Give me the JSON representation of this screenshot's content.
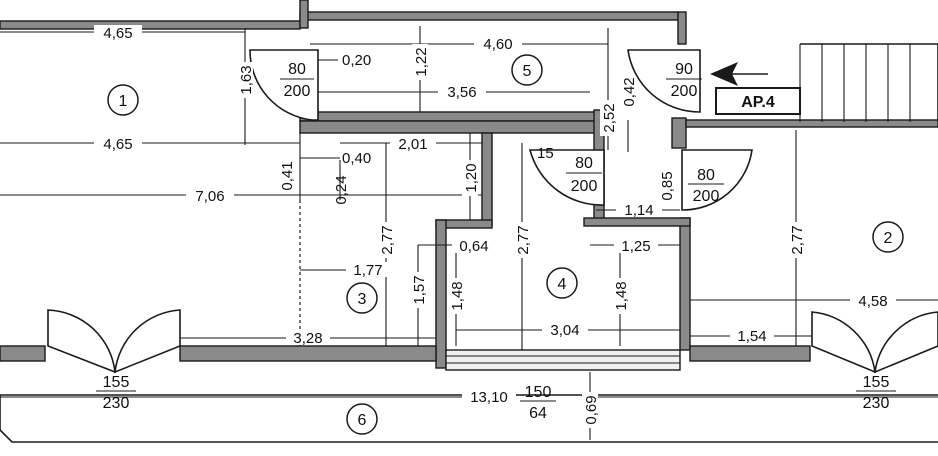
{
  "plan": {
    "rooms": {
      "r1": "1",
      "r2": "2",
      "r3": "3",
      "r4": "4",
      "r5": "5",
      "r6": "6"
    },
    "tag": "AP.4",
    "dims": {
      "d_465_top": "4,65",
      "d_460": "4,60",
      "d_020": "0,20",
      "d_163": "1,63",
      "d_122": "1,22",
      "d_356": "3,56",
      "d_252": "2,52",
      "d_042": "0,42",
      "d_465_mid": "4,65",
      "d_201": "2,01",
      "d_040": "0,40",
      "d_041": "0,41",
      "d_024": "0,24",
      "d_120": "1,20",
      "d_15": "15",
      "d_085": "0,85",
      "d_706": "7,06",
      "d_114": "1,14",
      "d_277_a": "2,77",
      "d_277_b": "2,77",
      "d_277_c": "2,77",
      "d_064": "0,64",
      "d_125": "1,25",
      "d_177": "1,77",
      "d_157": "1,57",
      "d_148_a": "1,48",
      "d_148_b": "1,48",
      "d_458": "4,58",
      "d_328": "3,28",
      "d_304": "3,04",
      "d_154": "1,54",
      "d_1310": "13,10",
      "d_069": "0,69"
    },
    "doors": {
      "door_a": {
        "w": "80",
        "h": "200"
      },
      "door_b": {
        "w": "90",
        "h": "200"
      },
      "door_c": {
        "w": "80",
        "h": "200"
      },
      "door_d": {
        "w": "80",
        "h": "200"
      },
      "door_e": {
        "w": "155",
        "h": "230"
      },
      "door_f": {
        "w": "155",
        "h": "230"
      },
      "window": {
        "w": "150",
        "h": "64"
      }
    }
  }
}
